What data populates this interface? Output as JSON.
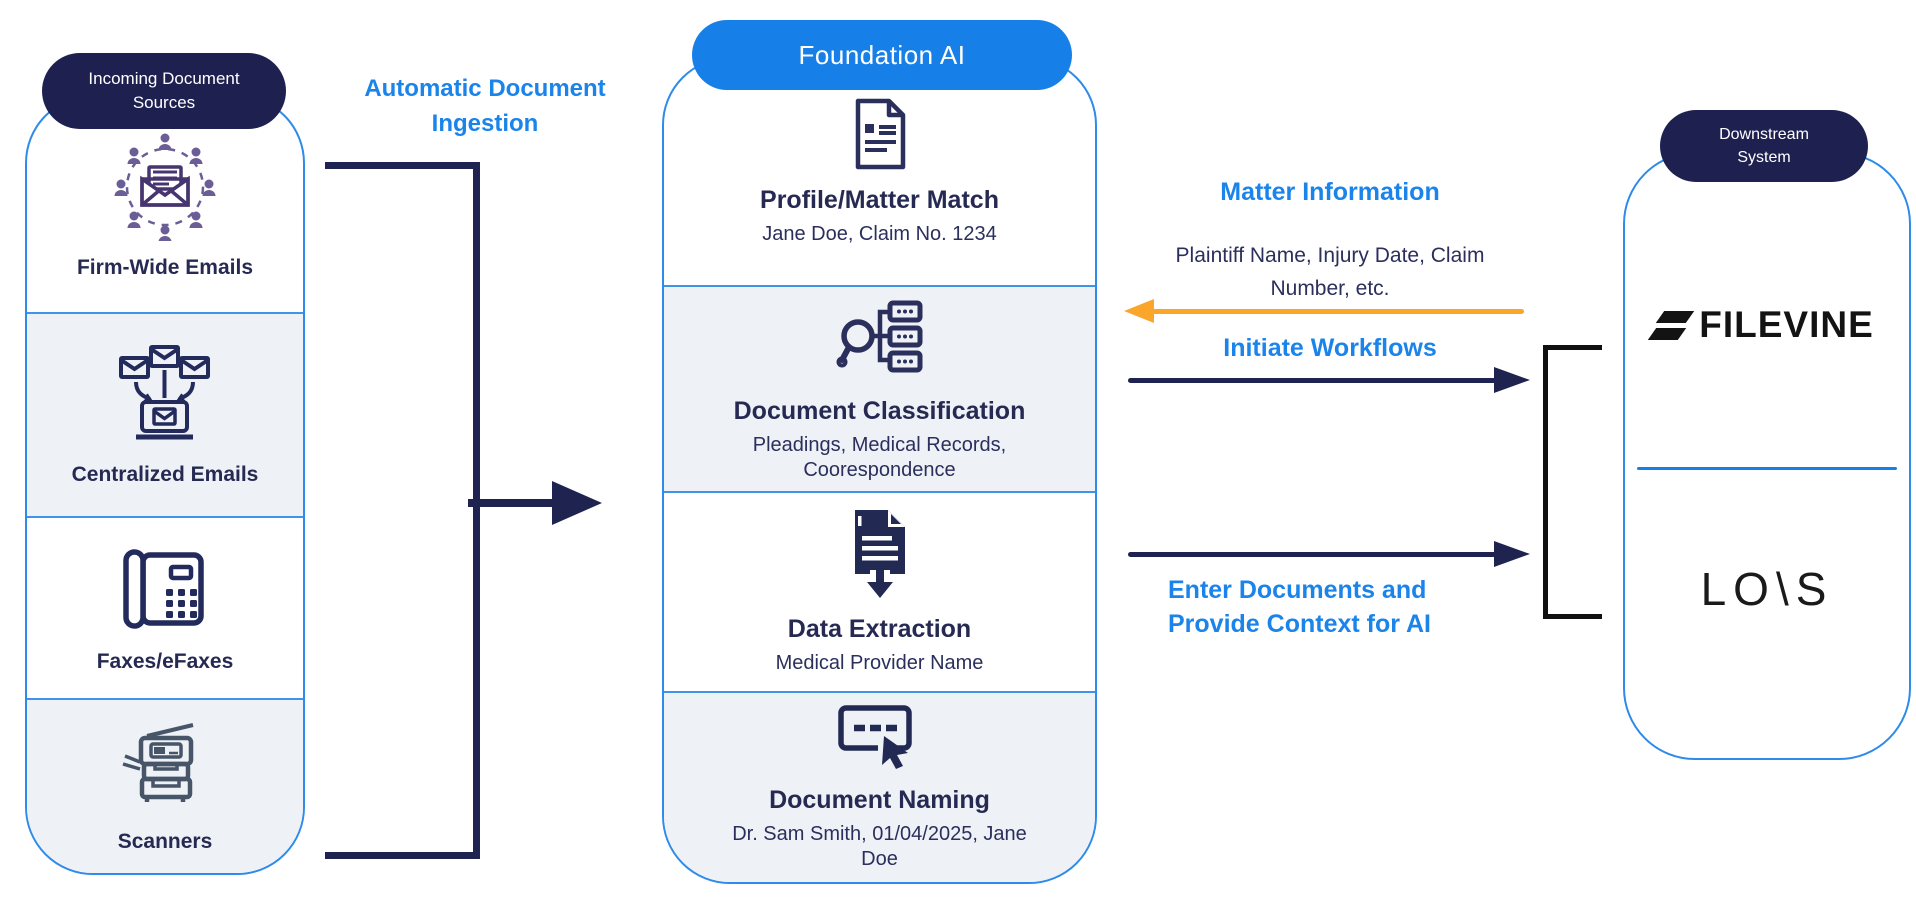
{
  "colors": {
    "navy": "#1e2150",
    "arrow_navy": "#1f2350",
    "accent_blue": "#1b84ea",
    "pill_blue": "#1780e8",
    "border_blue": "#2e8bea",
    "row_gray": "#eef1f6",
    "orange": "#f9a62b",
    "logo_black": "#131313",
    "label_navy": "#262a52"
  },
  "left_panel": {
    "pill_label": "Incoming Document Sources",
    "items": [
      {
        "label": "Firm-Wide Emails",
        "icon": "firm-wide-emails-icon"
      },
      {
        "label": "Centralized Emails",
        "icon": "centralized-emails-icon"
      },
      {
        "label": "Faxes/eFaxes",
        "icon": "fax-machine-icon"
      },
      {
        "label": "Scanners",
        "icon": "scanner-copier-icon"
      }
    ]
  },
  "ingestion": {
    "label": "Automatic Document Ingestion"
  },
  "foundation_panel": {
    "pill_label": "Foundation AI",
    "steps": [
      {
        "title": "Profile/Matter Match",
        "subtitle": "Jane Doe, Claim No. 1234",
        "icon": "document-profile-icon"
      },
      {
        "title": "Document Classification",
        "subtitle": "Pleadings, Medical Records, Coorespondence",
        "icon": "classification-search-icon"
      },
      {
        "title": "Data Extraction",
        "subtitle": "Medical Provider Name",
        "icon": "document-extract-icon"
      },
      {
        "title": "Document Naming",
        "subtitle": "Dr. Sam Smith, 01/04/2025, Jane Doe",
        "icon": "document-naming-icon"
      }
    ]
  },
  "flows": {
    "matter_information": {
      "title": "Matter Information",
      "detail": "Plaintiff Name, Injury Date, Claim Number, etc."
    },
    "initiate_workflows": {
      "label": "Initiate Workflows"
    },
    "enter_documents": {
      "label": "Enter Documents and Provide Context for AI"
    }
  },
  "downstream_panel": {
    "pill_label": "Downstream System",
    "logos": [
      {
        "name": "Filevine",
        "text": "FILEVINE"
      },
      {
        "name": "LOIS",
        "text": "LO\\S"
      }
    ]
  }
}
